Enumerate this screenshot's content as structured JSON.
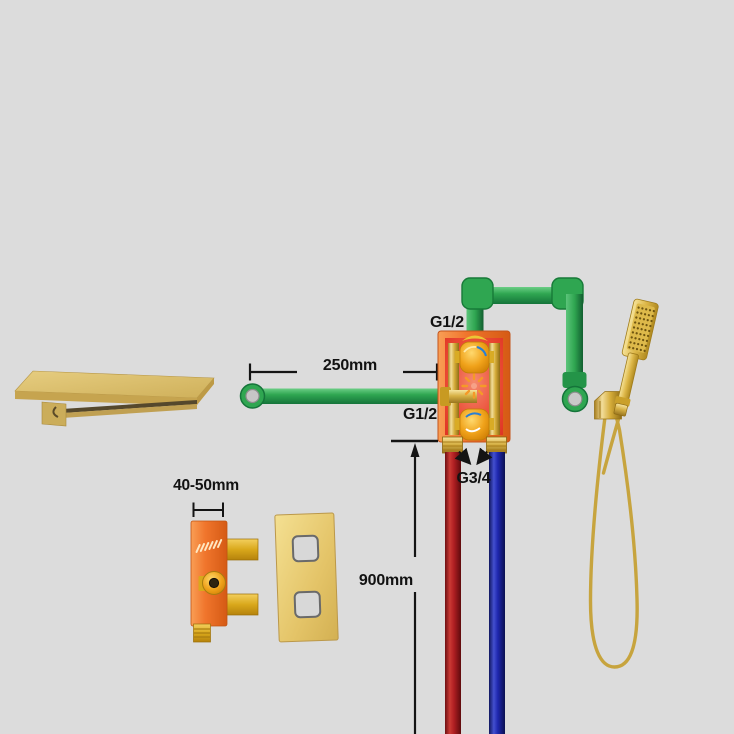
{
  "scene": {
    "kind": "product-installation-dimension-diagram",
    "subject": "gold wall-mounted waterfall shower faucet set",
    "background_color": "#dcdcdc"
  },
  "labels": {
    "spout_arm_length": "250mm",
    "top_inlet_thread": "G1/2",
    "spout_outlet_thread": "G1/2",
    "supply_thread": "G3/4",
    "install_height": "900mm",
    "valve_embed_depth": "40-50mm"
  },
  "colors": {
    "background": "#dcdcdc",
    "pipe_green": "#2fa651",
    "hot_pipe_red": "#b01f22",
    "cold_pipe_blue": "#1e27ae",
    "brass_gold": "#d7b145",
    "valve_box_orange": "#f0752c",
    "valve_interior_red": "#e8402e",
    "annotation_text": "#121212"
  },
  "parts": [
    {
      "name": "waterfall-spout"
    },
    {
      "name": "spout-supply-arm"
    },
    {
      "name": "mixer-valve-box"
    },
    {
      "name": "riser-pipe-assembly"
    },
    {
      "name": "hand-shower"
    },
    {
      "name": "wall-bracket"
    },
    {
      "name": "shower-hose"
    },
    {
      "name": "hot-water-pipe"
    },
    {
      "name": "cold-water-pipe"
    },
    {
      "name": "rough-in-valve-body"
    },
    {
      "name": "cover-plate"
    }
  ]
}
